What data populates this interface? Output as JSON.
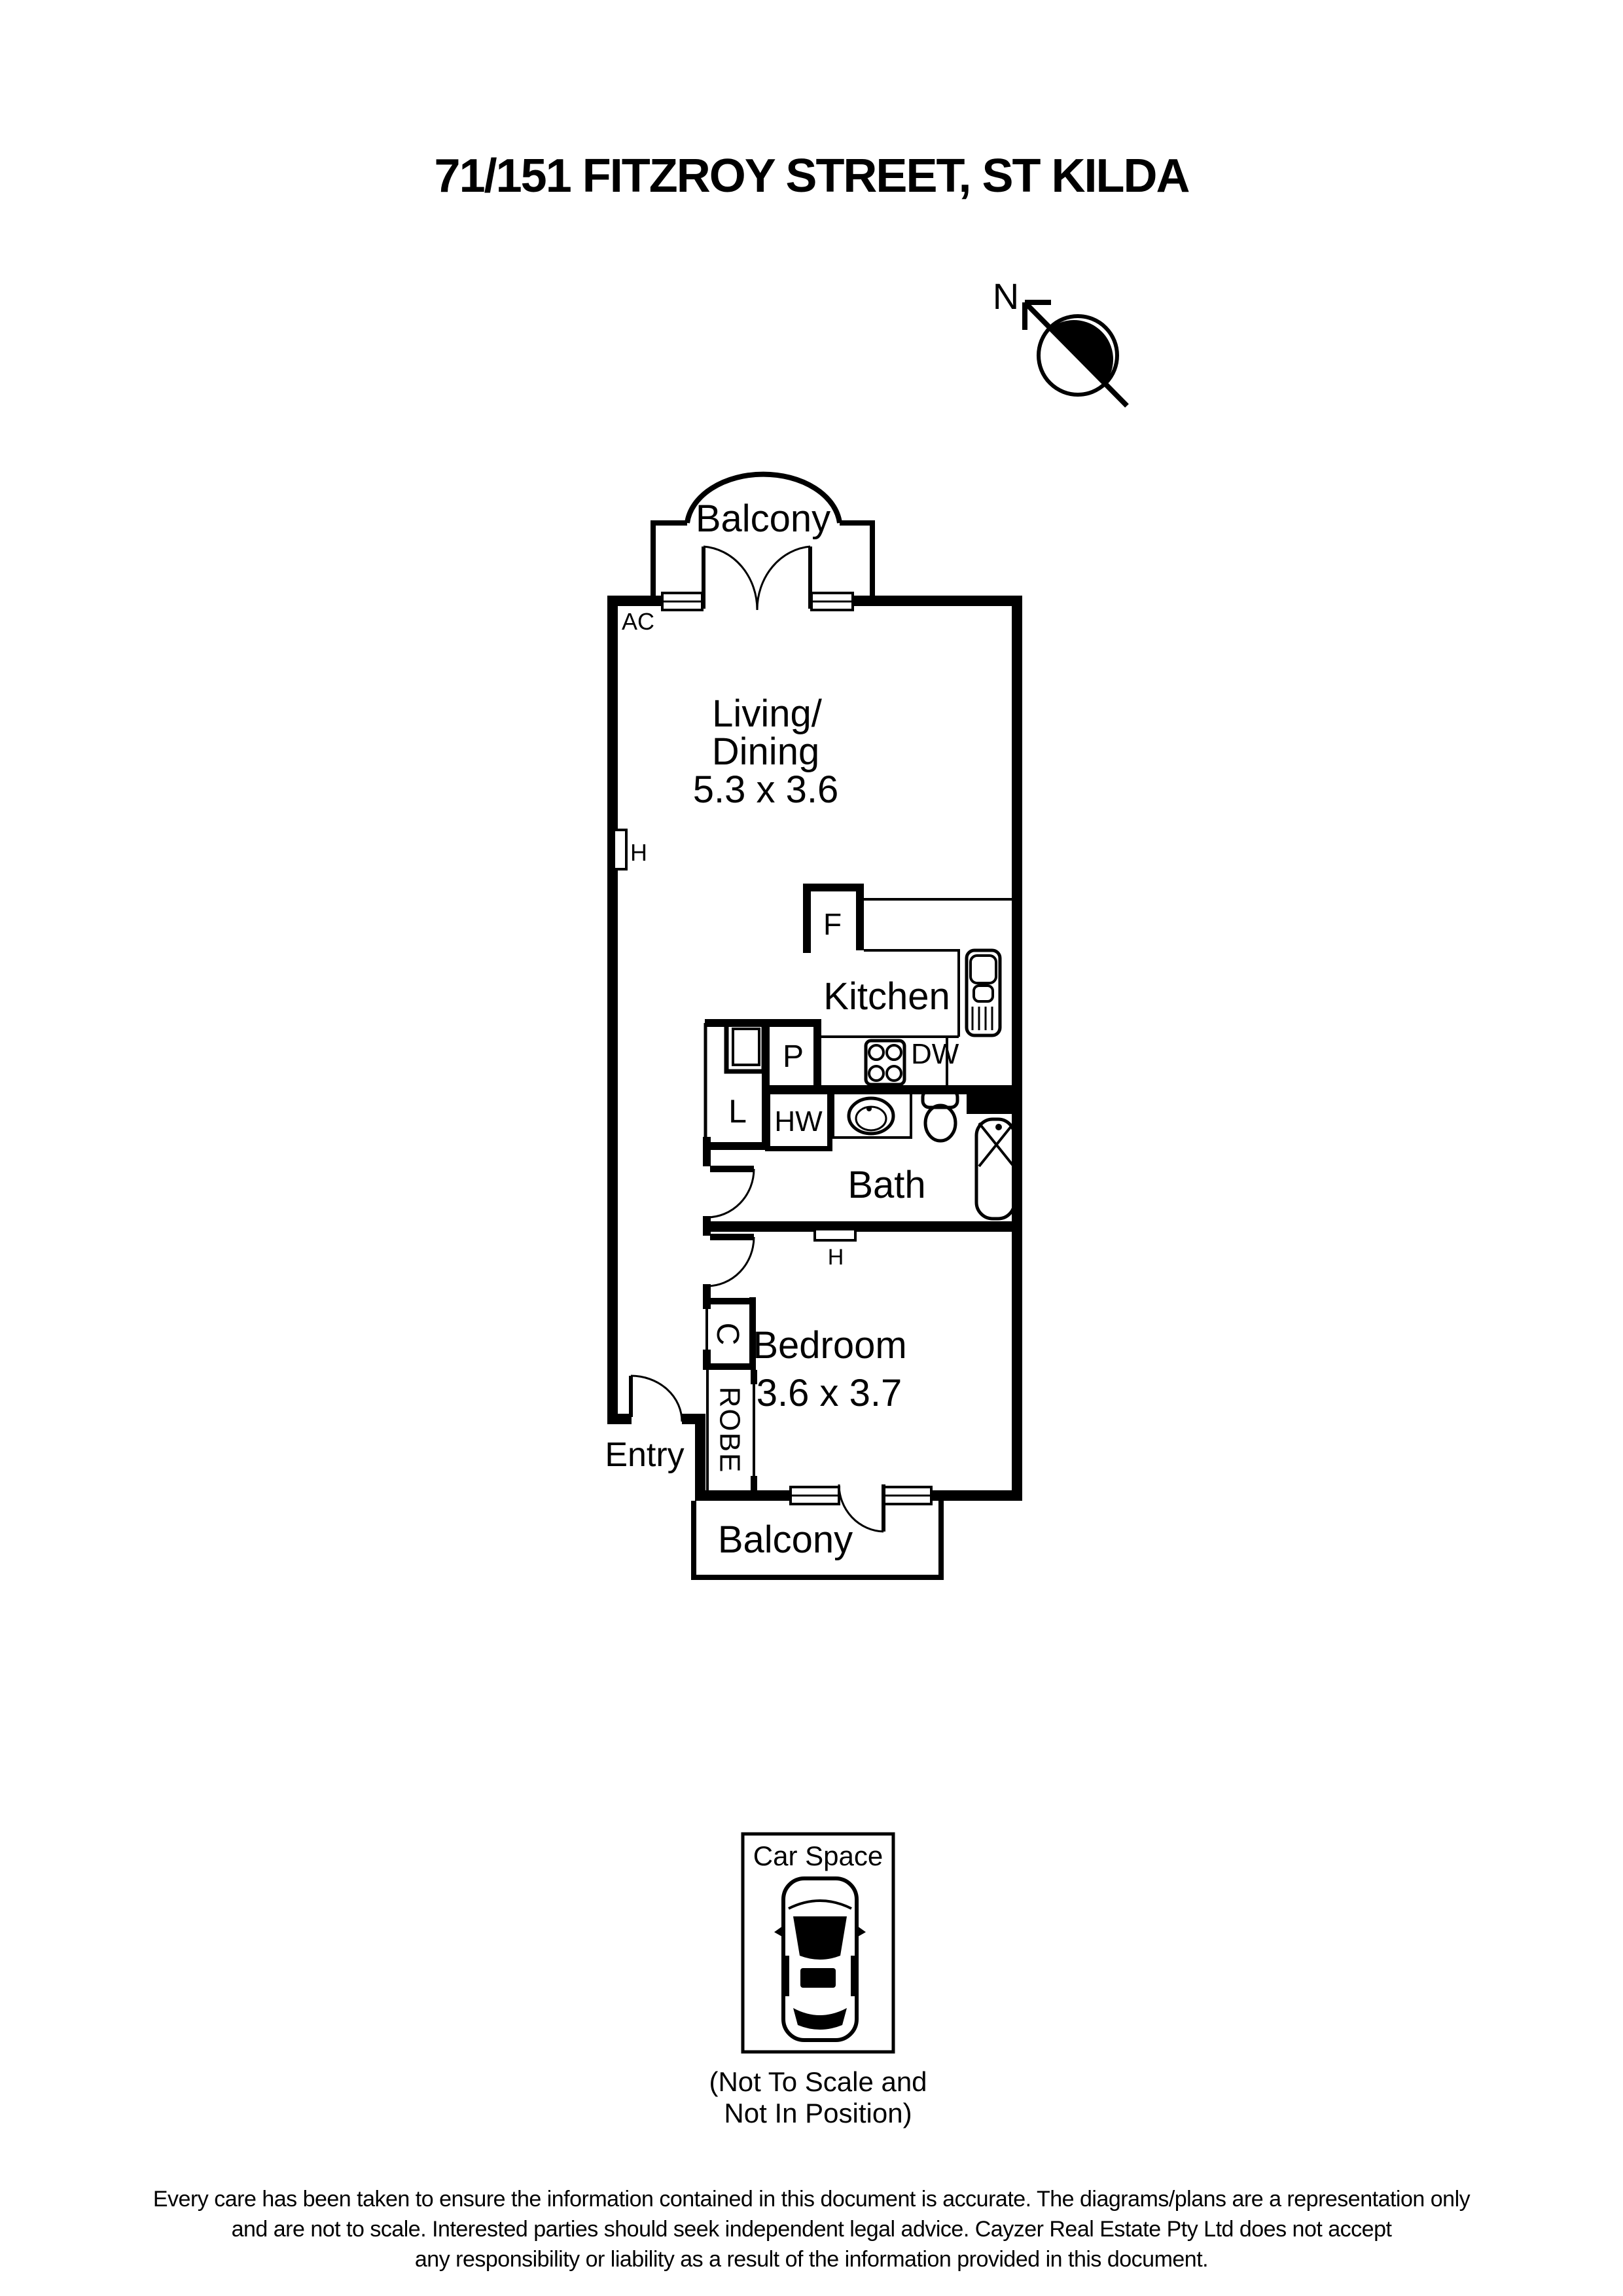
{
  "title": "71/151 FITZROY STREET, ST KILDA",
  "north": {
    "label": "N"
  },
  "plan": {
    "balcony_top": {
      "label": "Balcony"
    },
    "living_dining": {
      "name_line1": "Living/",
      "name_line2": "Dining",
      "dims": "5.3 x 3.6"
    },
    "labels": {
      "ac": "AC",
      "wall_heater": "H",
      "fridge": "F",
      "kitchen": "Kitchen",
      "dishwasher": "DW",
      "pantry": "P",
      "laundry": "L",
      "hot_water": "HW",
      "bath": "Bath",
      "bedroom_heater": "H",
      "cupboard": "C",
      "robe": "ROBE"
    },
    "bedroom": {
      "name": "Bedroom",
      "dims": "3.6 x 3.7"
    },
    "entry": {
      "label": "Entry"
    },
    "balcony_bottom": {
      "label": "Balcony"
    }
  },
  "car_space": {
    "title": "Car Space",
    "caption_line1": "(Not To Scale and",
    "caption_line2": "Not In Position)"
  },
  "disclaimer": {
    "line1": "Every care has been taken to ensure the information contained in this document is accurate. The diagrams/plans are a representation only",
    "line2": "and are not to scale. Interested parties should seek independent legal advice. Cayzer Real Estate Pty Ltd does not accept",
    "line3": "any responsibility or liability as a result of the information provided in this document."
  },
  "colors": {
    "ink": "#000000",
    "paper": "#ffffff"
  }
}
